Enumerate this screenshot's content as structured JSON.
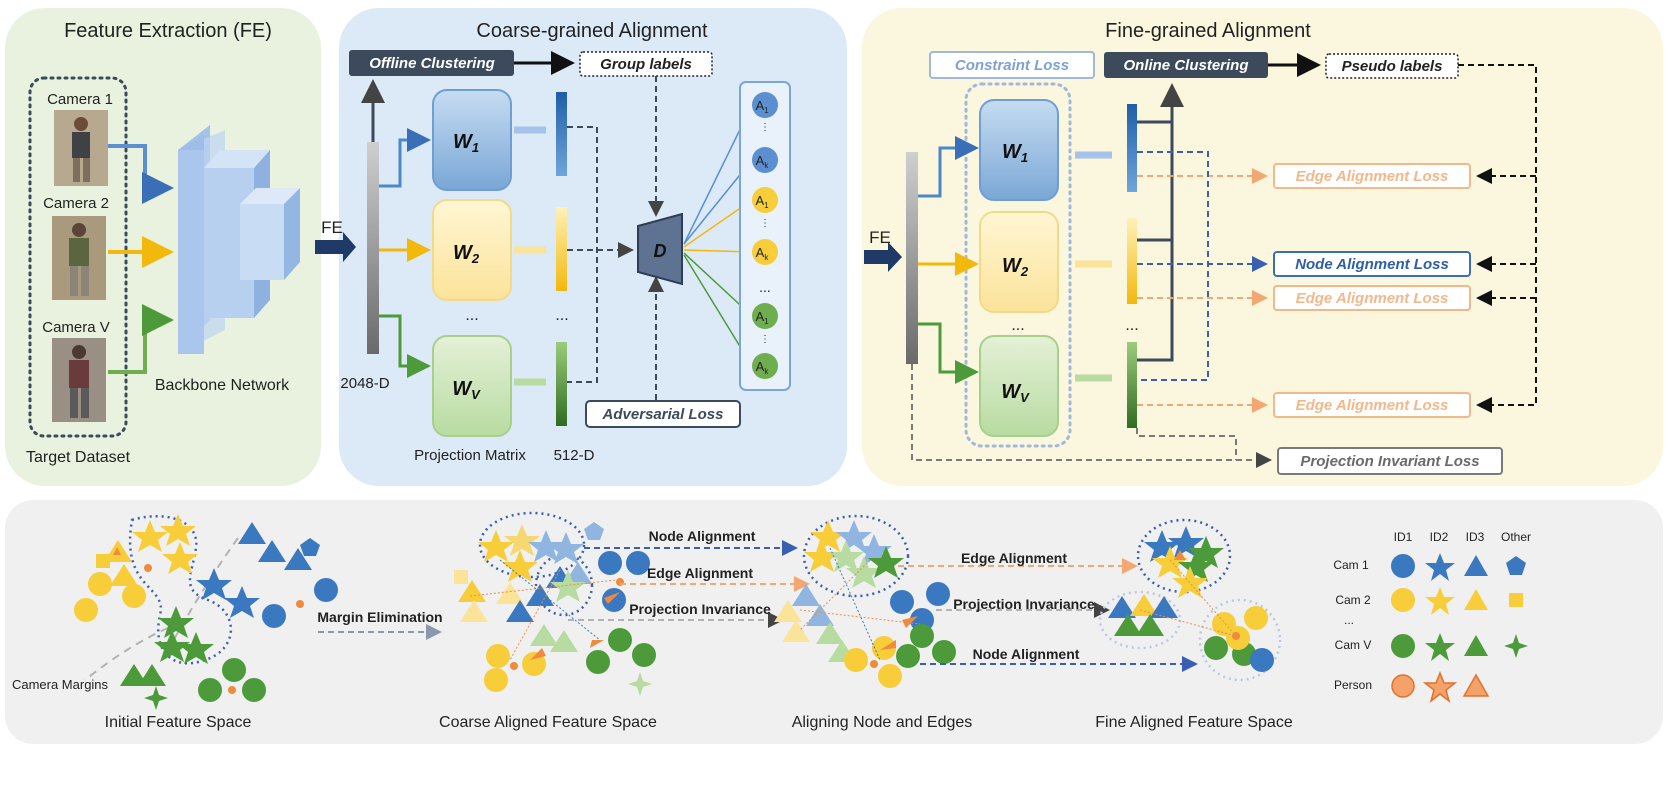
{
  "panels": {
    "fe_title": "Feature Extraction (FE)",
    "coarse_title": "Coarse-grained Alignment",
    "fine_title": "Fine-grained Alignment"
  },
  "fe": {
    "cameras": [
      "Camera 1",
      "Camera 2",
      "Camera V"
    ],
    "backbone": "Backbone Network",
    "dataset": "Target Dataset"
  },
  "coarse": {
    "fe_label": "FE",
    "offline_clustering": "Offline Clustering",
    "group_labels": "Group labels",
    "w1": "W",
    "w1_sub": "1",
    "w2": "W",
    "w2_sub": "2",
    "wv": "W",
    "wv_sub": "V",
    "dots": "...",
    "dim_in": "2048-D",
    "dim_out": "512-D",
    "proj_matrix": "Projection Matrix",
    "discriminator": "D",
    "adv_loss": "Adversarial Loss",
    "a_labels": [
      "A",
      "A",
      "A",
      "A",
      "A",
      "A"
    ],
    "a_subs": [
      "1",
      "k",
      "1",
      "k",
      "1",
      "k"
    ]
  },
  "fine": {
    "fe_label": "FE",
    "constraint_loss": "Constraint Loss",
    "online_clustering": "Online Clustering",
    "pseudo_labels": "Pseudo labels",
    "edge_loss": "Edge Alignment Loss",
    "node_loss": "Node Alignment Loss",
    "proj_inv_loss": "Projection Invariant Loss"
  },
  "bottom": {
    "camera_margins": "Camera Margins",
    "margin_elim": "Margin Elimination",
    "node_alignment": "Node Alignment",
    "edge_alignment": "Edge Alignment",
    "projection_invariance": "Projection Invariance",
    "captions": [
      "Initial Feature Space",
      "Coarse Aligned Feature Space",
      "Aligning Node and Edges",
      "Fine Aligned Feature Space"
    ]
  },
  "legend": {
    "cols": [
      "ID1",
      "ID2",
      "ID3",
      "Other"
    ],
    "rows": [
      "Cam 1",
      "Cam  2",
      "...",
      "Cam  V",
      "Person"
    ]
  },
  "colors": {
    "blue": "#3a78c0",
    "yellow": "#f2c21a",
    "green": "#4c9a3a",
    "orange": "#f08a3c",
    "navy": "#3d4a5c"
  }
}
